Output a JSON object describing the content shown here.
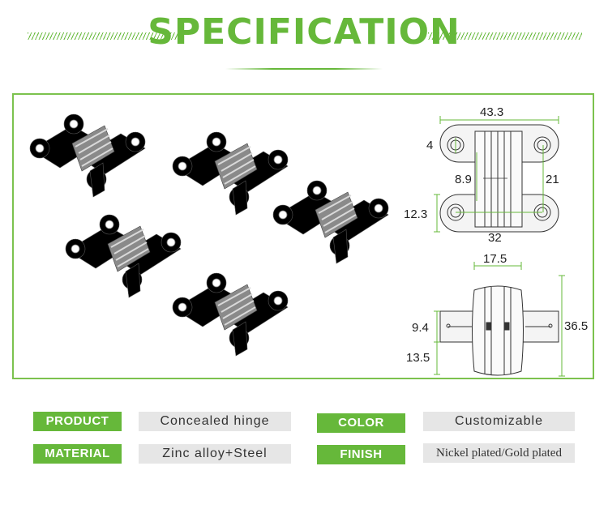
{
  "header": {
    "title": "SPECIFICATION"
  },
  "diagram": {
    "top_view": {
      "overall_length": "43.3",
      "hole_diameter": "4",
      "center_width": "8.9",
      "hole_spacing_vertical": "21",
      "plate_height": "12.3",
      "hole_spacing_horizontal": "32"
    },
    "side_view": {
      "body_width": "17.5",
      "wing_height": "9.4",
      "wing_offset": "13.5",
      "body_height": "36.5"
    }
  },
  "specs": [
    {
      "label": "PRODUCT",
      "value": "Concealed hinge"
    },
    {
      "label": "COLOR",
      "value": "Customizable"
    },
    {
      "label": "MATERIAL",
      "value": "Zinc alloy+Steel"
    },
    {
      "label": "FINISH",
      "value": "Nickel plated/Gold plated"
    }
  ],
  "colors": {
    "accent_green": "#66b83a",
    "value_background": "#e6e6e6",
    "gold_finish": "#e2b21e",
    "nickel_finish": "#cfcfcf"
  }
}
